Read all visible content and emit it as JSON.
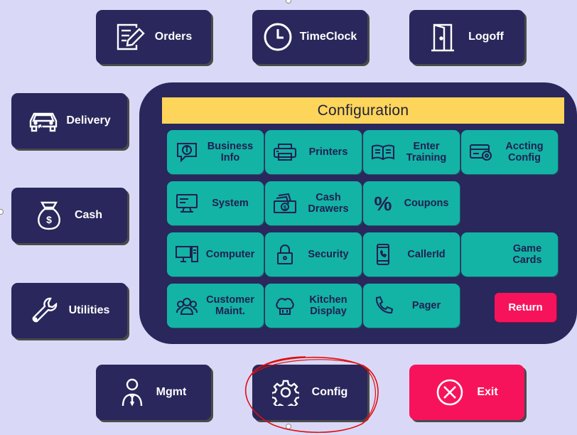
{
  "top_buttons": {
    "orders": "Orders",
    "timeclock": "TimeClock",
    "logoff": "Logoff"
  },
  "side_buttons": {
    "delivery": "Delivery",
    "cash": "Cash",
    "utilities": "Utilities"
  },
  "bottom_buttons": {
    "mgmt": "Mgmt",
    "config": "Config",
    "exit": "Exit"
  },
  "config_panel": {
    "title": "Configuration",
    "tiles": {
      "business_info": "Business\nInfo",
      "printers": "Printers",
      "enter_training": "Enter\nTraining",
      "accting_config": "Accting\nConfig",
      "system": "System",
      "cash_drawers": "Cash\nDrawers",
      "coupons": "Coupons",
      "computer": "Computer",
      "security": "Security",
      "callerid": "CallerId",
      "game_cards": "Game\nCards",
      "customer_maint": "Customer\nMaint.",
      "kitchen_display": "Kitchen\nDisplay",
      "pager": "Pager"
    },
    "return_label": "Return"
  },
  "colors": {
    "background": "#d9d9f7",
    "navy": "#29275b",
    "teal": "#13b3a6",
    "yellow": "#fdd55a",
    "pink": "#f7135c",
    "annotation_red": "#e01010"
  },
  "annotation": {
    "type": "hand-drawn-circle",
    "target": "config-button"
  }
}
